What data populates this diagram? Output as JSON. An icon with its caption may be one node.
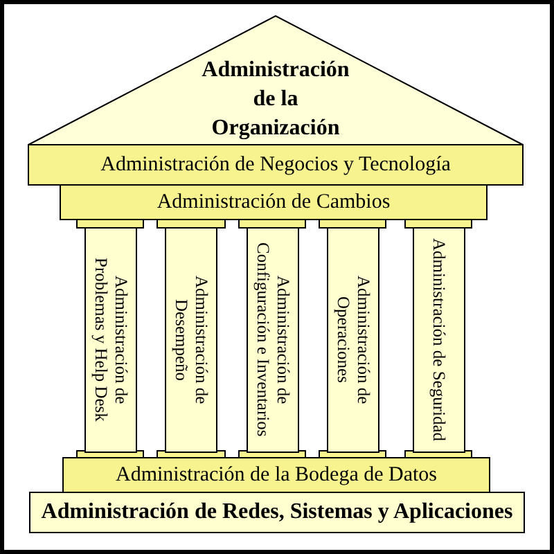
{
  "diagram": {
    "nodes": [
      {
        "text": [
          "Administración de la Organización"
        ]
      },
      {
        "text": [
          "Administración de Negocios y Tecnología"
        ]
      },
      {
        "text": [
          "Administración de Cambios"
        ]
      },
      {
        "text": [
          "Administración de Problemas y Help Desk"
        ]
      },
      {
        "text": [
          "Administración de Desempeño"
        ]
      },
      {
        "text": [
          "Administración de Configuración e Inventarios"
        ]
      },
      {
        "text": [
          "Administración de Operaciones"
        ]
      },
      {
        "text": [
          "Administración de Seguridad"
        ]
      },
      {
        "text": [
          "Administración de la Bodega de Datos"
        ]
      },
      {
        "text": [
          "Administración de Redes, Sistemas y Aplicaciones"
        ]
      }
    ]
  }
}
